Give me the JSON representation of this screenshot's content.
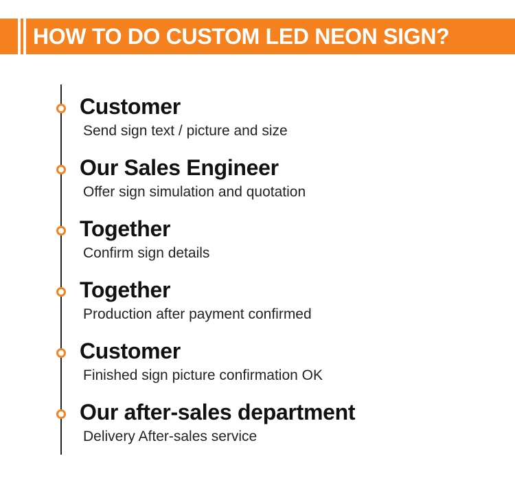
{
  "header": {
    "title": "HOW TO DO CUSTOM LED NEON SIGN?"
  },
  "steps": [
    {
      "title": "Customer",
      "desc": "Send sign text / picture and size"
    },
    {
      "title": "Our Sales Engineer",
      "desc": "Offer sign simulation and quotation"
    },
    {
      "title": "Together",
      "desc": "Confirm sign details"
    },
    {
      "title": "Together",
      "desc": "Production after payment confirmed"
    },
    {
      "title": "Customer",
      "desc": "Finished sign picture confirmation OK"
    },
    {
      "title": "Our after-sales department",
      "desc": "Delivery After-sales service"
    }
  ],
  "colors": {
    "accent": "#f5821f",
    "text": "#111111"
  }
}
